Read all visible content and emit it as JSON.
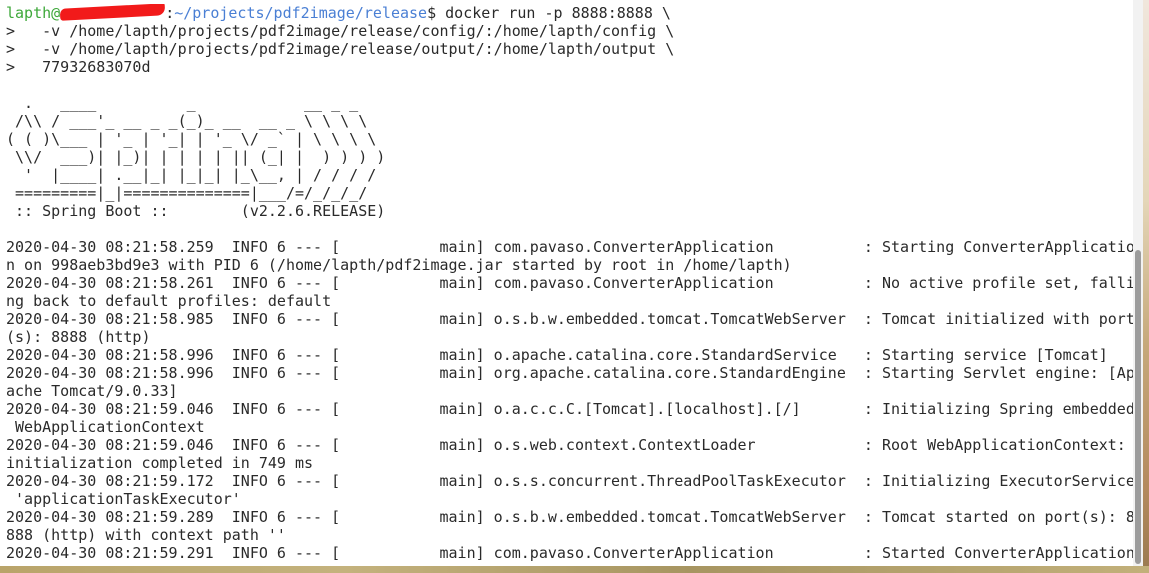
{
  "prompt": {
    "user": "lapth@",
    "after_redaction": ":",
    "path": "~/projects/pdf2image/release",
    "command": "$ docker run -p 8888:8888 \\"
  },
  "continuation_lines": [
    ">   -v /home/lapth/projects/pdf2image/release/config/:/home/lapth/config \\",
    ">   -v /home/lapth/projects/pdf2image/release/output/:/home/lapth/output \\",
    ">   77932683070d"
  ],
  "banner": [
    "  .   ____          _            __ _ _",
    " /\\\\ / ___'_ __ _ _(_)_ __  __ _ \\ \\ \\ \\",
    "( ( )\\___ | '_ | '_| | '_ \\/ _` | \\ \\ \\ \\",
    " \\\\/  ___)| |_)| | | | | || (_| |  ) ) ) )",
    "  '  |____| .__|_| |_|_| |_\\__, | / / / /",
    " =========|_|==============|___/=/_/_/_/",
    " :: Spring Boot ::        (v2.2.6.RELEASE)"
  ],
  "log_lines": [
    "2020-04-30 08:21:58.259  INFO 6 --- [           main] com.pavaso.ConverterApplication          : Starting ConverterApplicatio",
    "n on 998aeb3bd9e3 with PID 6 (/home/lapth/pdf2image.jar started by root in /home/lapth)",
    "2020-04-30 08:21:58.261  INFO 6 --- [           main] com.pavaso.ConverterApplication          : No active profile set, falli",
    "ng back to default profiles: default",
    "2020-04-30 08:21:58.985  INFO 6 --- [           main] o.s.b.w.embedded.tomcat.TomcatWebServer  : Tomcat initialized with port",
    "(s): 8888 (http)",
    "2020-04-30 08:21:58.996  INFO 6 --- [           main] o.apache.catalina.core.StandardService   : Starting service [Tomcat]",
    "2020-04-30 08:21:58.996  INFO 6 --- [           main] org.apache.catalina.core.StandardEngine  : Starting Servlet engine: [Ap",
    "ache Tomcat/9.0.33]",
    "2020-04-30 08:21:59.046  INFO 6 --- [           main] o.a.c.c.C.[Tomcat].[localhost].[/]       : Initializing Spring embedded",
    " WebApplicationContext",
    "2020-04-30 08:21:59.046  INFO 6 --- [           main] o.s.web.context.ContextLoader            : Root WebApplicationContext:",
    "initialization completed in 749 ms",
    "2020-04-30 08:21:59.172  INFO 6 --- [           main] o.s.s.concurrent.ThreadPoolTaskExecutor  : Initializing ExecutorService",
    " 'applicationTaskExecutor'",
    "2020-04-30 08:21:59.289  INFO 6 --- [           main] o.s.b.w.embedded.tomcat.TomcatWebServer  : Tomcat started on port(s): 8",
    "888 (http) with context path ''",
    "2020-04-30 08:21:59.291  INFO 6 --- [           main] com.pavaso.ConverterApplication          : Started ConverterApplication"
  ],
  "colors": {
    "user": "#3ea83a",
    "path": "#4a7fd4",
    "redaction": "#f21a1a",
    "text": "#2a2a2a",
    "background": "#ffffff"
  }
}
